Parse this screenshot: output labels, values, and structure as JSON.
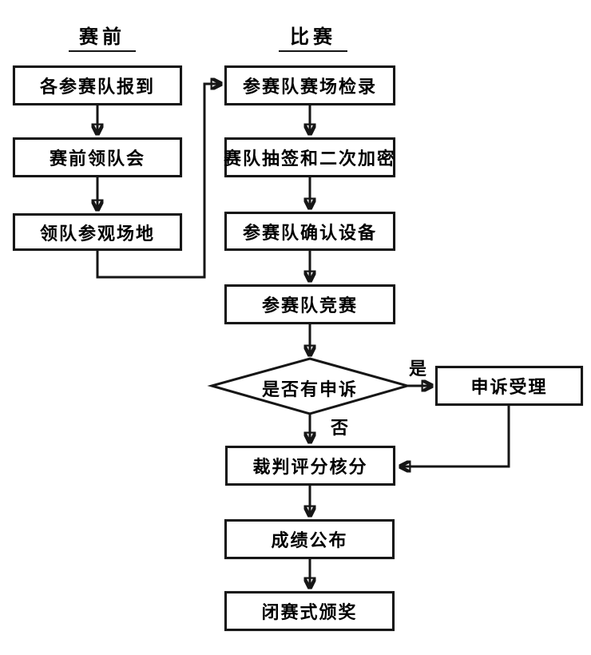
{
  "columns": {
    "pre_match": {
      "title": "赛前"
    },
    "match": {
      "title": "比赛"
    }
  },
  "nodes": {
    "team_checkin": {
      "label": "各参赛队报到"
    },
    "leader_meeting": {
      "label": "赛前领队会"
    },
    "venue_tour": {
      "label": "领队参观场地"
    },
    "arena_rollcall": {
      "label": "参赛队赛场检录"
    },
    "draw_encrypt": {
      "label": "赛队抽签和二次加密"
    },
    "confirm_equipment": {
      "label": "参赛队确认设备"
    },
    "compete": {
      "label": "参赛队竞赛"
    },
    "appeal_check": {
      "label": "是否有申诉"
    },
    "appeal_accept": {
      "label": "申诉受理"
    },
    "judge_scoring": {
      "label": "裁判评分核分"
    },
    "results_publish": {
      "label": "成绩公布"
    },
    "closing_awards": {
      "label": "闭赛式颁奖"
    }
  },
  "edge_labels": {
    "yes": "是",
    "no": "否"
  },
  "colors": {
    "line": "#161616",
    "text": "#000000",
    "background": "#ffffff"
  }
}
